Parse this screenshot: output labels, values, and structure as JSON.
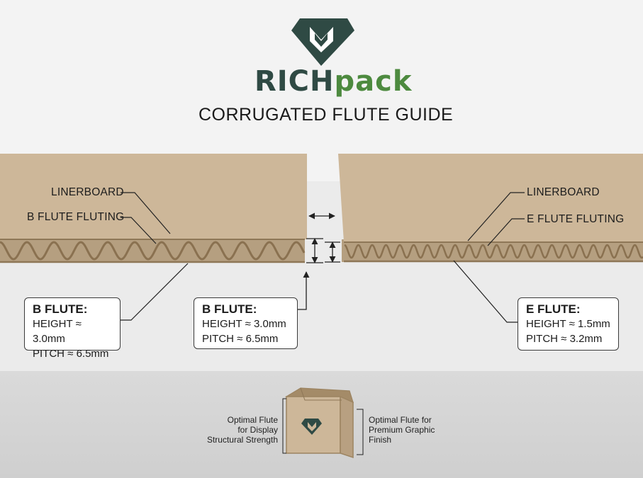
{
  "brand": {
    "name_part1": "RICH",
    "name_part2": "pack",
    "color_rich": "#2f4a44",
    "color_pack": "#4d8a3f",
    "logo_color": "#2f4a44"
  },
  "title": "CORRUGATED FLUTE GUIDE",
  "left_board": {
    "linerboard_label": "LINERBOARD",
    "fluting_label": "B FLUTE FLUTING"
  },
  "right_board": {
    "linerboard_label": "LINERBOARD",
    "fluting_label": "E FLUTE FLUTING"
  },
  "spec_boxes": [
    {
      "title": "B FLUTE:",
      "height": "HEIGHT ≈ 3.0mm",
      "pitch": "PITCH ≈ 6.5mm"
    },
    {
      "title": "B FLUTE:",
      "height": "HEIGHT ≈ 3.0mm",
      "pitch": "PITCH ≈ 6.5mm"
    },
    {
      "title": "E FLUTE:",
      "height": "HEIGHT ≈ 1.5mm",
      "pitch": "PITCH ≈ 3.2mm"
    }
  ],
  "bag": {
    "left_note": [
      "Optimal Flute",
      "for Display",
      "Structural Strength"
    ],
    "right_note": [
      "Optimal Flute for",
      "Premium Graphic",
      "Finish"
    ]
  },
  "colors": {
    "kraft": "#cdb799",
    "kraft_dark": "#a88f6c",
    "background_top": "#f3f3f3",
    "background_bottom": "#d6d6d6"
  }
}
